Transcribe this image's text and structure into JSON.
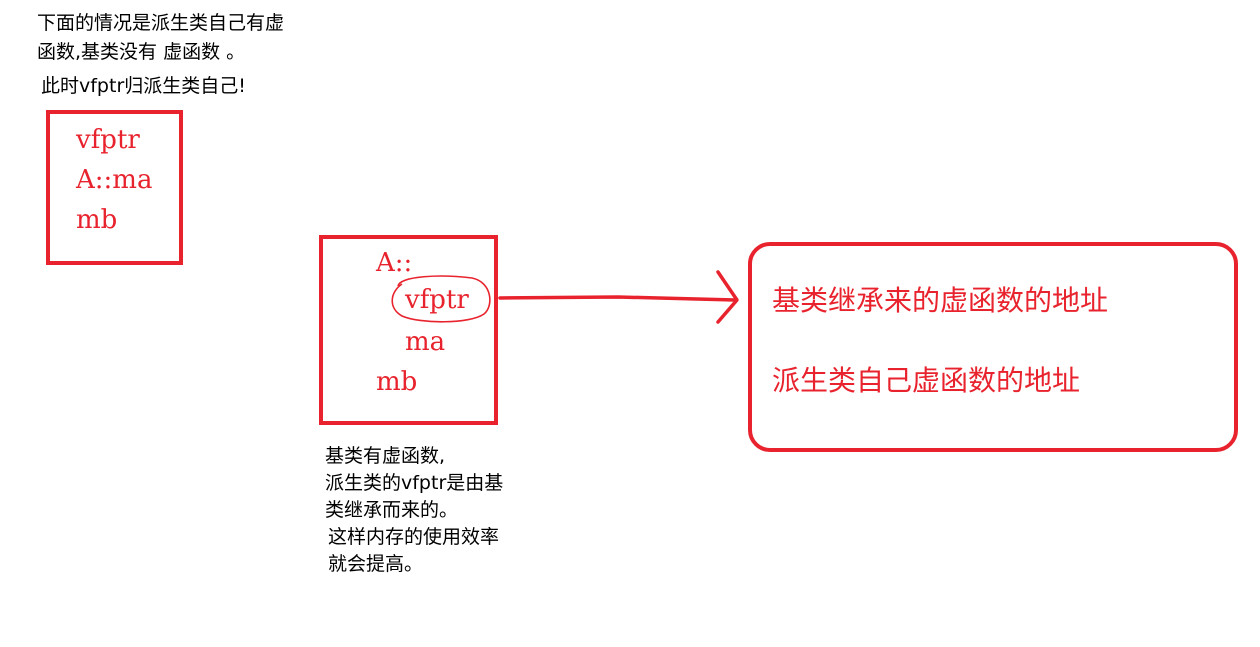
{
  "top_note": {
    "line1": "下面的情况是派生类自己有虚",
    "line2": "函数,基类没有 虚函数 。",
    "line3": "此时vfptr归派生类自己!"
  },
  "left_box": {
    "row1": "vfptr",
    "row2": "A::ma",
    "row3": "mb"
  },
  "middle_box": {
    "row1": "A::",
    "row2": "vfptr",
    "row3": "ma",
    "row4": "mb"
  },
  "vtable_box": {
    "entry1": "基类继承来的虚函数的地址",
    "entry2": "派生类自己虚函数的地址"
  },
  "bottom_note": {
    "line1": "基类有虚函数,",
    "line2": "派生类的vfptr是由基",
    "line3": "类继承而来的。",
    "line4": "这样内存的使用效率",
    "line5": "就会提高。"
  },
  "colors": {
    "accent": "#e8232d",
    "text": "#000000"
  }
}
